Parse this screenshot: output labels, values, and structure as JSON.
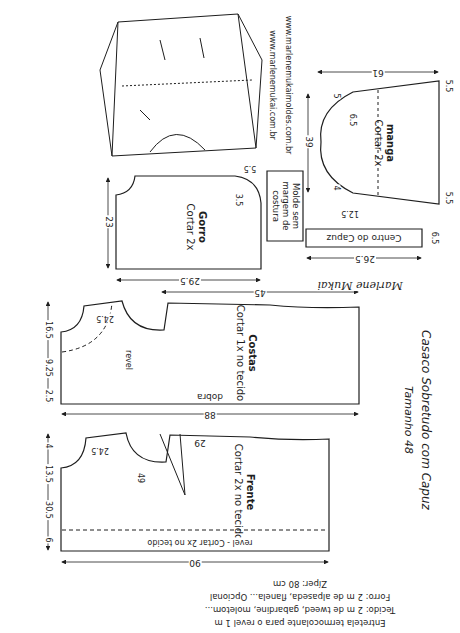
{
  "diagram": {
    "title": "Casaco Sobretudo com Capuz",
    "nodes": [
      {
        "text": [
          "Molde sem margem de costura"
        ]
      },
      {
        "text": [
          "Gorro",
          "Cortar 2x"
        ]
      },
      {
        "text": [
          "manga",
          "Cortar 2x"
        ]
      },
      {
        "text": [
          "Centro do Capuz"
        ]
      },
      {
        "text": [
          "Costas",
          "Cortar 1x no tecido"
        ]
      },
      {
        "text": [
          "Frente",
          "Cortar 2x no tecido"
        ]
      }
    ],
    "labels": [
      "Tamanho 48",
      "www.marlenemukai.com.br",
      "www.marlenemukaimoldes.com.br",
      "Marlene Mukai",
      "23",
      "29.5",
      "3.5",
      "5.5",
      "61",
      "39",
      "5",
      "6.5",
      "4",
      "12.5",
      "5.5",
      "5.5",
      "26.5",
      "6.5",
      "45",
      "24.5",
      "16.5",
      "9.25",
      "2.5",
      "dobra",
      "revel",
      "88",
      "29",
      "24.5",
      "4",
      "13.5",
      "30.5",
      "49",
      "6",
      "revel - Cortar 2x no tecido",
      "90",
      "Entretela termocolante para o revel 1 m",
      "Tecido: 2 m de tweed, gabardine, moletom...",
      "Forro: 2 m de alpaseda, flanela... Opcional",
      "Zíper: 80 cm"
    ]
  }
}
